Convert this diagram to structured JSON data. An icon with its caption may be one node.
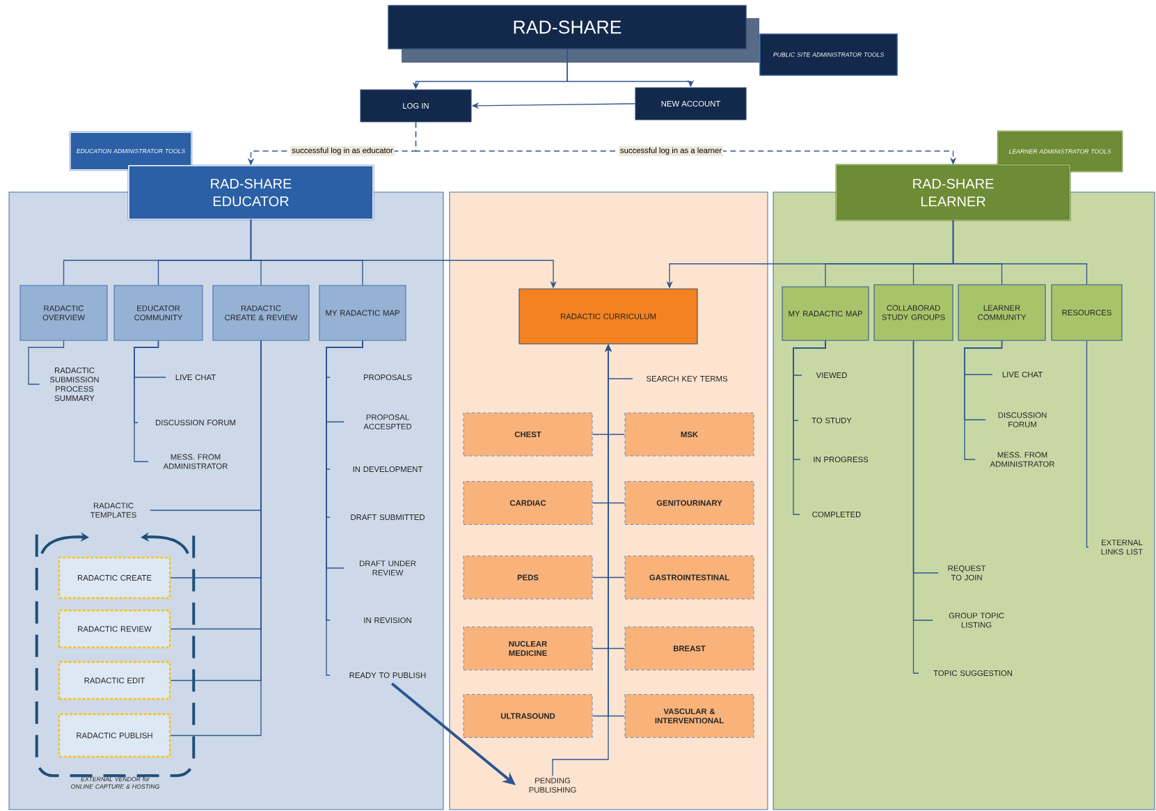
{
  "diagram": {
    "nodes": [
      {
        "text": [
          "RAD-SHARE"
        ]
      },
      {
        "text": [
          "PUBLIC SITE ADMINISTRATOR TOOLS"
        ]
      },
      {
        "text": [
          "LOG IN"
        ]
      },
      {
        "text": [
          "NEW ACCOUNT"
        ]
      },
      {
        "text": [
          "EDUCATION ADMINISTRATOR TOOLS"
        ]
      },
      {
        "text": [
          "LEARNER ADMINISTRATOR TOOLS"
        ]
      },
      {
        "text": [
          "RAD-SHARE EDUCATOR"
        ]
      },
      {
        "text": [
          "RAD-SHARE LEARNER"
        ]
      },
      {
        "text": [
          "RADACTIC OVERVIEW"
        ]
      },
      {
        "text": [
          "EDUCATOR COMMUNITY"
        ]
      },
      {
        "text": [
          "RADACTIC CREATE & REVIEW"
        ]
      },
      {
        "text": [
          "MY RADACTIC MAP"
        ]
      },
      {
        "text": [
          "RADACTIC SUBMISSION PROCESS SUMMARY"
        ]
      },
      {
        "text": [
          "LIVE CHAT"
        ]
      },
      {
        "text": [
          "DISCUSSION FORUM"
        ]
      },
      {
        "text": [
          "MESS. FROM ADMINISTRATOR"
        ]
      },
      {
        "text": [
          "RADACTIC TEMPLATES"
        ]
      },
      {
        "text": [
          "EXTERNAL VENDOR for ONLINE CAPTURE & HOSTING"
        ]
      },
      {
        "text": [
          "RADACTIC CREATE"
        ],
        "in": 17
      },
      {
        "text": [
          "RADACTIC REVIEW"
        ],
        "in": 17
      },
      {
        "text": [
          "RADACTIC EDIT"
        ],
        "in": 17
      },
      {
        "text": [
          "RADACTIC PUBLISH"
        ],
        "in": 17
      },
      {
        "text": [
          "PROPOSALS"
        ]
      },
      {
        "text": [
          "PROPOSAL ACCESPTED"
        ]
      },
      {
        "text": [
          "IN DEVELOPMENT"
        ]
      },
      {
        "text": [
          "DRAFT SUBMITTED"
        ]
      },
      {
        "text": [
          "DRAFT UNDER REVIEW"
        ]
      },
      {
        "text": [
          "IN REVISION"
        ]
      },
      {
        "text": [
          "READY TO PUBLISH"
        ]
      },
      {
        "text": [
          "RADACTIC CURRICULUM"
        ]
      },
      {
        "text": [
          "SEARCH KEY TERMS"
        ]
      },
      {
        "text": [
          "CHEST"
        ]
      },
      {
        "text": [
          "MSK"
        ]
      },
      {
        "text": [
          "CARDIAC"
        ]
      },
      {
        "text": [
          "GENITOURINARY"
        ]
      },
      {
        "text": [
          "PEDS"
        ]
      },
      {
        "text": [
          "GASTROINTESTINAL"
        ]
      },
      {
        "text": [
          "NUCLEAR MEDICINE"
        ]
      },
      {
        "text": [
          "BREAST"
        ]
      },
      {
        "text": [
          "ULTRASOUND"
        ]
      },
      {
        "text": [
          "VASCULAR & INTERVENTIONAL"
        ]
      },
      {
        "text": [
          "PENDING PUBLISHING"
        ]
      },
      {
        "text": [
          "MY RADACTIC MAP"
        ]
      },
      {
        "text": [
          "COLLABORAD STUDY GROUPS"
        ]
      },
      {
        "text": [
          "LEARNER COMMUNITY"
        ]
      },
      {
        "text": [
          "RESOURCES"
        ]
      },
      {
        "text": [
          "VIEWED"
        ]
      },
      {
        "text": [
          "TO STUDY"
        ]
      },
      {
        "text": [
          "IN PROGRESS"
        ]
      },
      {
        "text": [
          "COMPLETED"
        ]
      },
      {
        "text": [
          "REQUEST TO JOIN"
        ]
      },
      {
        "text": [
          "GROUP TOPIC LISTING"
        ]
      },
      {
        "text": [
          "TOPIC SUGGESTION"
        ]
      },
      {
        "text": [
          "LIVE CHAT"
        ]
      },
      {
        "text": [
          "DISCUSSION FORUM"
        ]
      },
      {
        "text": [
          "MESS. FROM ADMINISTRATOR"
        ]
      },
      {
        "text": [
          "EXTERNAL LINKS LIST"
        ]
      }
    ],
    "edges": [
      {
        "from": 0,
        "to": 2,
        "arrow": "to"
      },
      {
        "from": 0,
        "to": 3,
        "arrow": "to"
      },
      {
        "from": 3,
        "to": 2,
        "arrow": "to"
      },
      {
        "from": 2,
        "to": 6,
        "arrow": "to",
        "style": "dashed",
        "label": "successful log in as educator"
      },
      {
        "from": 2,
        "to": 7,
        "arrow": "to",
        "style": "dashed",
        "label": "successful log in as a learner"
      },
      {
        "from": 6,
        "to": 8,
        "arrow": "none"
      },
      {
        "from": 6,
        "to": 9,
        "arrow": "none"
      },
      {
        "from": 6,
        "to": 10,
        "arrow": "none"
      },
      {
        "from": 6,
        "to": 11,
        "arrow": "none"
      },
      {
        "from": 6,
        "to": 29,
        "arrow": "to"
      },
      {
        "from": 7,
        "to": 29,
        "arrow": "to"
      },
      {
        "from": 7,
        "to": 42,
        "arrow": "none"
      },
      {
        "from": 7,
        "to": 43,
        "arrow": "none"
      },
      {
        "from": 7,
        "to": 44,
        "arrow": "none"
      },
      {
        "from": 7,
        "to": 45,
        "arrow": "none"
      },
      {
        "from": 8,
        "to": 12,
        "arrow": "none"
      },
      {
        "from": 9,
        "to": 13,
        "arrow": "none"
      },
      {
        "from": 9,
        "to": 14,
        "arrow": "none"
      },
      {
        "from": 9,
        "to": 15,
        "arrow": "none"
      },
      {
        "from": 10,
        "to": 16,
        "arrow": "none"
      },
      {
        "from": 10,
        "to": 18,
        "arrow": "none"
      },
      {
        "from": 10,
        "to": 19,
        "arrow": "none"
      },
      {
        "from": 10,
        "to": 20,
        "arrow": "none"
      },
      {
        "from": 10,
        "to": 21,
        "arrow": "none"
      },
      {
        "from": 11,
        "to": 22,
        "arrow": "none"
      },
      {
        "from": 11,
        "to": 23,
        "arrow": "none"
      },
      {
        "from": 11,
        "to": 24,
        "arrow": "none"
      },
      {
        "from": 11,
        "to": 25,
        "arrow": "none"
      },
      {
        "from": 11,
        "to": 26,
        "arrow": "none"
      },
      {
        "from": 11,
        "to": 27,
        "arrow": "none"
      },
      {
        "from": 11,
        "to": 28,
        "arrow": "none"
      },
      {
        "from": 28,
        "to": 41,
        "arrow": "to",
        "style": "thick"
      },
      {
        "from": 41,
        "to": 29,
        "arrow": "to"
      },
      {
        "from": 30,
        "to": 29,
        "arrow": "to"
      },
      {
        "from": 31,
        "to": 29,
        "arrow": "to"
      },
      {
        "from": 32,
        "to": 29,
        "arrow": "to"
      },
      {
        "from": 33,
        "to": 29,
        "arrow": "to"
      },
      {
        "from": 34,
        "to": 29,
        "arrow": "to"
      },
      {
        "from": 35,
        "to": 29,
        "arrow": "to"
      },
      {
        "from": 36,
        "to": 29,
        "arrow": "to"
      },
      {
        "from": 37,
        "to": 29,
        "arrow": "to"
      },
      {
        "from": 38,
        "to": 29,
        "arrow": "to"
      },
      {
        "from": 39,
        "to": 29,
        "arrow": "to"
      },
      {
        "from": 40,
        "to": 29,
        "arrow": "to"
      },
      {
        "from": 42,
        "to": 46,
        "arrow": "none"
      },
      {
        "from": 42,
        "to": 47,
        "arrow": "none"
      },
      {
        "from": 42,
        "to": 48,
        "arrow": "none"
      },
      {
        "from": 42,
        "to": 49,
        "arrow": "none"
      },
      {
        "from": 43,
        "to": 50,
        "arrow": "none"
      },
      {
        "from": 43,
        "to": 51,
        "arrow": "none"
      },
      {
        "from": 43,
        "to": 52,
        "arrow": "none"
      },
      {
        "from": 44,
        "to": 53,
        "arrow": "none"
      },
      {
        "from": 44,
        "to": 54,
        "arrow": "none"
      },
      {
        "from": 44,
        "to": 55,
        "arrow": "none"
      },
      {
        "from": 45,
        "to": 56,
        "arrow": "none"
      }
    ]
  }
}
